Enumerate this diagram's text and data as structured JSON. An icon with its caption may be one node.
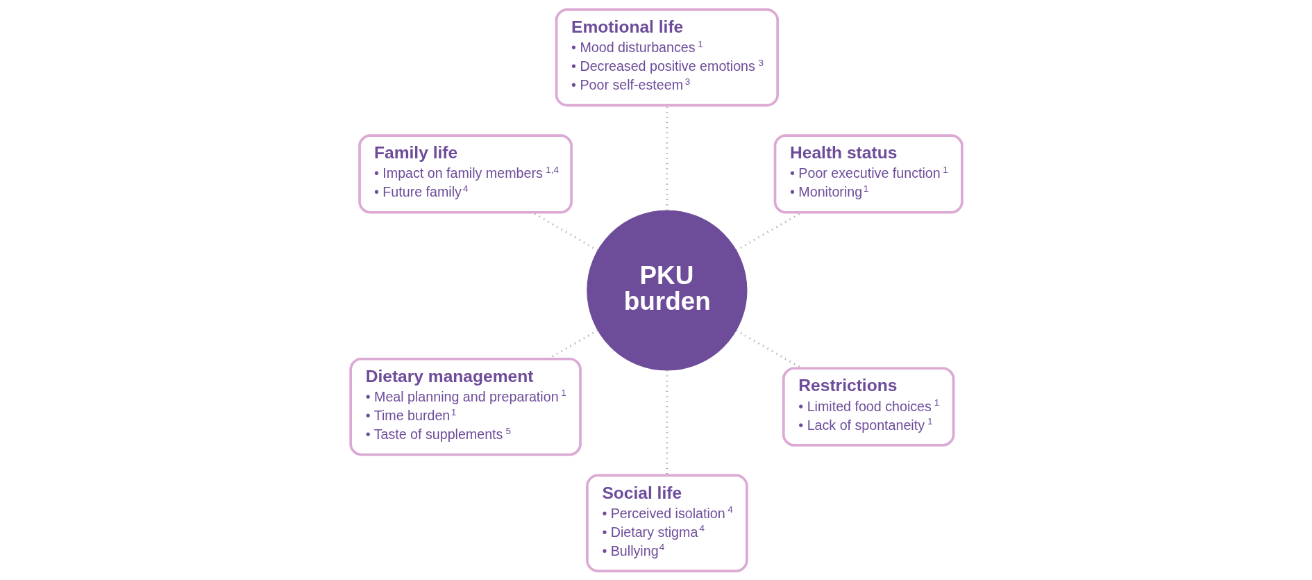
{
  "diagram": {
    "nodes": [
      {
        "text": [
          "PKU burden"
        ]
      },
      {
        "text": [
          "Health status",
          "• Poor executive function$^{1}$",
          "• Monitoring$^{1}$"
        ]
      },
      {
        "text": [
          "Emotional life",
          "• Mood disturbances$^{1}$",
          "• Decreased positive emotions$^{3}$",
          "• Poor self-esteem$^{3}$"
        ]
      },
      {
        "text": [
          "Family life",
          "• Impact on family members$^{1,4}$",
          "• Future family$^{4}$"
        ]
      },
      {
        "text": [
          "Dietary management",
          "• Meal planning and preparation$^{1}$",
          "• Time burden$^{1}$",
          "• Taste of supplements$^{5}$"
        ]
      },
      {
        "text": [
          "Social life",
          "• Perceived isolation$^{4}$",
          "• Dietary stigma$^{4}$",
          "• Bullying$^{4}$"
        ]
      },
      {
        "text": [
          "Restrictions",
          "• Limited food choices$^{1}$",
          "• Lack of spontaneity$^{1}$"
        ]
      }
    ],
    "edges": [
      {
        "from": 0,
        "to": 1,
        "arrow": "none",
        "style": "dashed"
      },
      {
        "from": 0,
        "to": 2,
        "arrow": "none",
        "style": "dashed"
      },
      {
        "from": 0,
        "to": 3,
        "arrow": "none",
        "style": "dashed"
      },
      {
        "from": 0,
        "to": 4,
        "arrow": "none",
        "style": "dashed"
      },
      {
        "from": 0,
        "to": 5,
        "arrow": "none",
        "style": "dashed"
      },
      {
        "from": 0,
        "to": 6,
        "arrow": "none",
        "style": "dashed"
      }
    ]
  }
}
